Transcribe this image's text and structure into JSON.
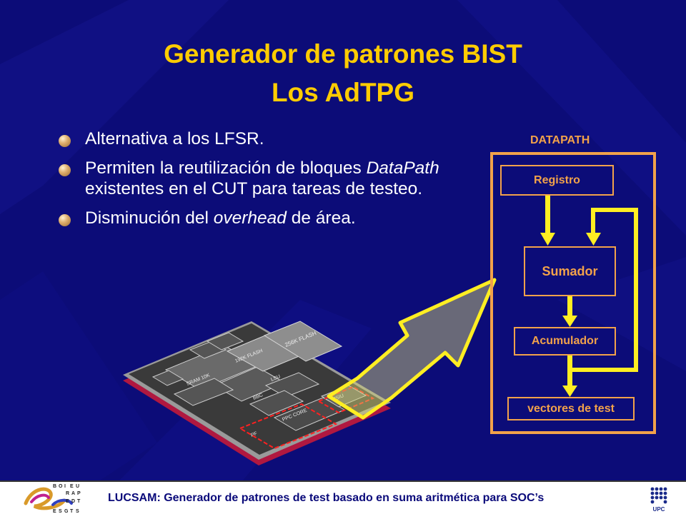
{
  "title": {
    "line1": "Generador de patrones BIST",
    "line2": "Los AdTPG"
  },
  "bullets": [
    {
      "parts": [
        "Alternativa a los LFSR."
      ]
    },
    {
      "parts": [
        "Permiten la reutilización de bloques ",
        "DataPath",
        " existentes en el CUT para tareas de testeo."
      ]
    },
    {
      "parts": [
        "Disminución del ",
        "overhead",
        " de área."
      ]
    }
  ],
  "datapath": {
    "label": "DATAPATH",
    "registro": "Registro",
    "sumador": "Sumador",
    "acumulador": "Acumulador",
    "vectores": "vectores de test"
  },
  "chip_labels": {
    "sram": "SRAM 10K",
    "flash1": "192K FLASH",
    "flash2": "256K FLASH",
    "lsu": "LSU",
    "bbc": "BBC",
    "ppc_core": "PPC CORE",
    "pf": "PF",
    "usiu": "USIU"
  },
  "footer": {
    "text": "LUCSAM: Generador de patrones de test basado en suma aritmética para SOC’s",
    "logo_letters": [
      "B",
      "O",
      "I",
      "E",
      "U",
      "R",
      "A",
      "P",
      "E",
      "D",
      "T",
      "E",
      "S",
      "G",
      "T",
      "S"
    ],
    "upc_label": "UPC"
  },
  "colors": {
    "background": "#0c0c78",
    "title": "#ffcc00",
    "orange": "#f2a24a",
    "arrow": "#ffee22",
    "chip_border": "#b01840"
  }
}
